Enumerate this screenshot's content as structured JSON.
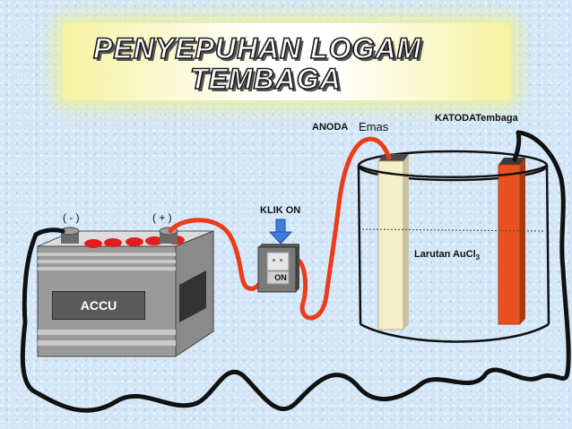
{
  "title": {
    "line1": "PENYEPUHAN LOGAM",
    "line2": "TEMBAGA"
  },
  "battery": {
    "label": "ACCU",
    "negative_terminal": "( - )",
    "positive_terminal": "( + )"
  },
  "switch": {
    "instruction": "KLIK ON",
    "state_label": "ON"
  },
  "electrodes": {
    "anode_label": "ANODA",
    "anode_metal": "Emas",
    "cathode_label": "KATODATembaga"
  },
  "solution": {
    "label_text": "Larutan AuCl",
    "label_subscript": "3"
  },
  "colors": {
    "wire": "#ee3b1b",
    "circuit_wire": "#111111",
    "cathode": "#e8501f",
    "anode": "#f4efc8",
    "battery_body": "#9a9a9a",
    "arrow": "#3f7bdd"
  }
}
